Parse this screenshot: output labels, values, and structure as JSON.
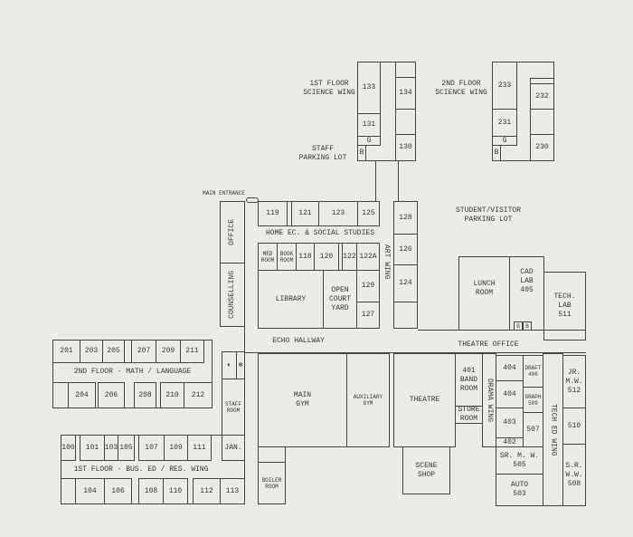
{
  "labels": {
    "sci1": "1ST FLOOR\nSCIENCE WING",
    "sci2": "2ND FLOOR\nSCIENCE WING",
    "staff_lot": "STAFF\nPARKING LOT",
    "student_lot": "STUDENT/VISITOR\nPARKING LOT",
    "main_entrance": "MAIN ENTRANCE",
    "home_ec": "HOME EC. & SOCIAL STUDIES",
    "art_wing": "ART WING",
    "echo": "ECHO HALLWAY",
    "theatre_office": "THEATRE OFFICE",
    "math": "2ND FLOOR - MATH / LANGUAGE",
    "bus": "1ST FLOOR - BUS. ED / RES. WING",
    "drama": "DRAMA WING",
    "tech_ed": "TECH ED WING"
  },
  "rooms": {
    "r133": "133",
    "r131": "131",
    "g1": "G",
    "b1": "B",
    "r134": "134",
    "r130": "130",
    "r233": "233",
    "r231": "231",
    "g2": "G",
    "b2": "B",
    "r232": "232",
    "r230": "230",
    "r119": "119",
    "r121": "121",
    "r123": "123",
    "r125": "125",
    "office": "OFFICE",
    "counselling": "COUNSELLING",
    "med": "MED\nROOM",
    "book": "BOOK\nROOM",
    "r118": "118",
    "r120": "120",
    "r122": "122",
    "r122a": "122A",
    "library": "LIBRARY",
    "court": "OPEN\nCOURT\nYARD",
    "r129": "129",
    "r127": "127",
    "r128": "128",
    "r126": "126",
    "r124": "124",
    "lunch": "LUNCH\nROOM",
    "cad": "CAD\nLAB\n405",
    "g3": "G",
    "b3": "B",
    "techlab": "TECH.\nLAB\n511",
    "r201": "201",
    "r203": "203",
    "r205": "205",
    "r207": "207",
    "r209": "209",
    "r211": "211",
    "r204": "204",
    "r206": "206",
    "r208": "208",
    "r210": "210",
    "r212": "212",
    "staffroom": "STAFF\nROOM",
    "jan": "JAN.",
    "r100": "100",
    "r101": "101",
    "r103": "103",
    "r105": "105",
    "r107": "107",
    "r109": "109",
    "r111": "111",
    "r104": "104",
    "r106": "106",
    "r108": "108",
    "r110": "110",
    "r112": "112",
    "r113": "113",
    "boiler": "BOILER\nROOM",
    "maingym": "MAIN\nGYM",
    "auxgym": "AUXILIARY\nGYM",
    "theatre": "THEATRE",
    "band": "401\nBAND\nROOM",
    "store": "STORE\nROOM",
    "r404a": "404",
    "r404b": "404",
    "r403": "403",
    "r402": "402",
    "draft": "DRAFT\n406",
    "graph": "GRAPH\n509",
    "r507": "507",
    "srmw": "SR. M. W.\n505",
    "auto": "AUTO\n503",
    "jrmw": "JR.\nM.W.\n512",
    "r510": "510",
    "srww": "S.R.\nW.W.\n508",
    "scene": "SCENE\nSHOP"
  }
}
